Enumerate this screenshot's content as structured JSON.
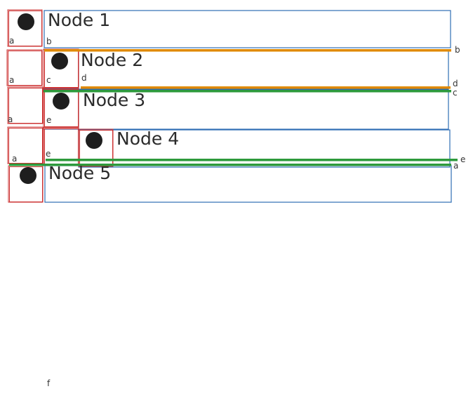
{
  "diagram": {
    "colors": {
      "blue": "#2f6db5",
      "red": "#cc3333",
      "orange": "#e08a00",
      "green": "#2e9a3c",
      "dot": "#1e1e1e",
      "text": "#2b2b2b"
    },
    "nodes": [
      {
        "id": "n1",
        "label": "Node 1"
      },
      {
        "id": "n2",
        "label": "Node 2"
      },
      {
        "id": "n3",
        "label": "Node 3"
      },
      {
        "id": "n4",
        "label": "Node 4"
      },
      {
        "id": "n5",
        "label": "Node 5"
      }
    ],
    "edge_labels": {
      "a": "a",
      "b": "b",
      "c": "c",
      "d": "d",
      "e": "e",
      "f": "f"
    }
  }
}
